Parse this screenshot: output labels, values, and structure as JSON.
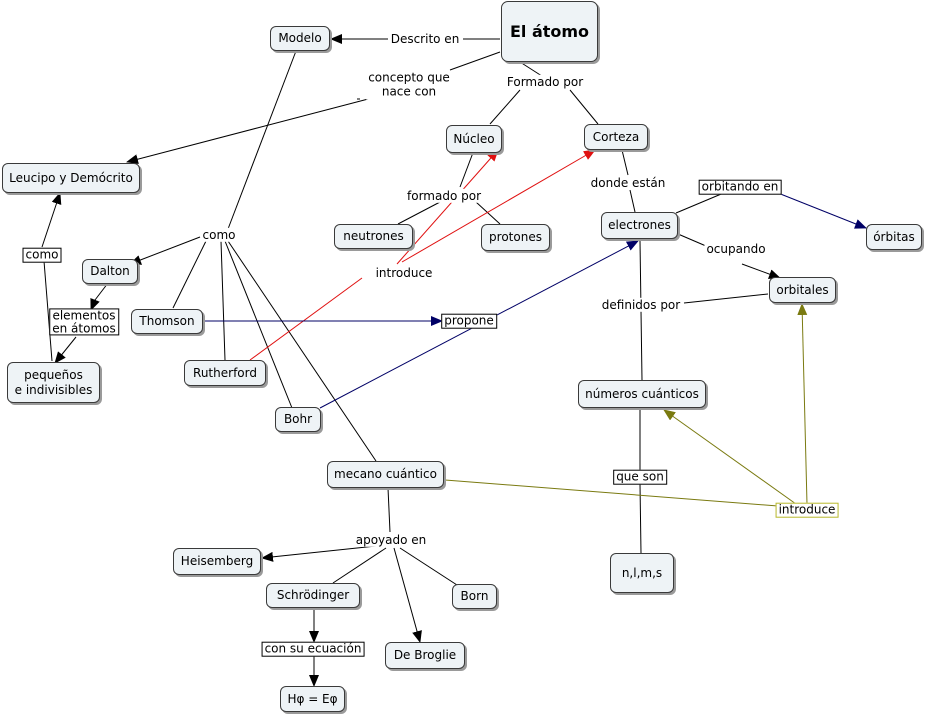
{
  "colors": {
    "line": "#000000",
    "arrow_black": "#000000",
    "arrow_red": "#e01010",
    "arrow_navy": "#000066",
    "arrow_olive": "#7a7a10",
    "node_fill": "#eef3f6"
  },
  "concepts": {
    "atomo": "El átomo",
    "modelo": "Modelo",
    "leucipo": "Leucipo y Demócrito",
    "dalton": "Dalton",
    "pequenos": "pequeños\ne indivisibles",
    "thomson": "Thomson",
    "rutherford": "Rutherford",
    "bohr": "Bohr",
    "mecano": "mecano cuántico",
    "heisemberg": "Heisemberg",
    "schrodinger": "Schrödinger",
    "born": "Born",
    "debroglie": "De Broglie",
    "ecuacion": "Hφ = Eφ",
    "nucleo": "Núcleo",
    "corteza": "Corteza",
    "neutrones": "neutrones",
    "protones": "protones",
    "electrones": "electrones",
    "orbitas": "órbitas",
    "orbitales": "orbitales",
    "numeros": "números cuánticos",
    "nlms": "n,l,m,s"
  },
  "links": {
    "descrito_en": "Descrito en",
    "concepto_que": "concepto que\nnace con",
    "formado_por": "Formado por",
    "como_mid": "como",
    "como_left": "como",
    "elementos": "elementos\nen átomos",
    "introduce_red": "introduce",
    "formado_por_2": "formado por",
    "donde_estan": "donde están",
    "orbitando_en": "orbitando en",
    "ocupando": "ocupando",
    "propone": "propone",
    "definidos_por": "definidos por",
    "que_son": "que son",
    "introduce_olive": "introduce",
    "apoyado_en": "apoyado en",
    "con_su_ecuacion": "con su ecuación"
  }
}
